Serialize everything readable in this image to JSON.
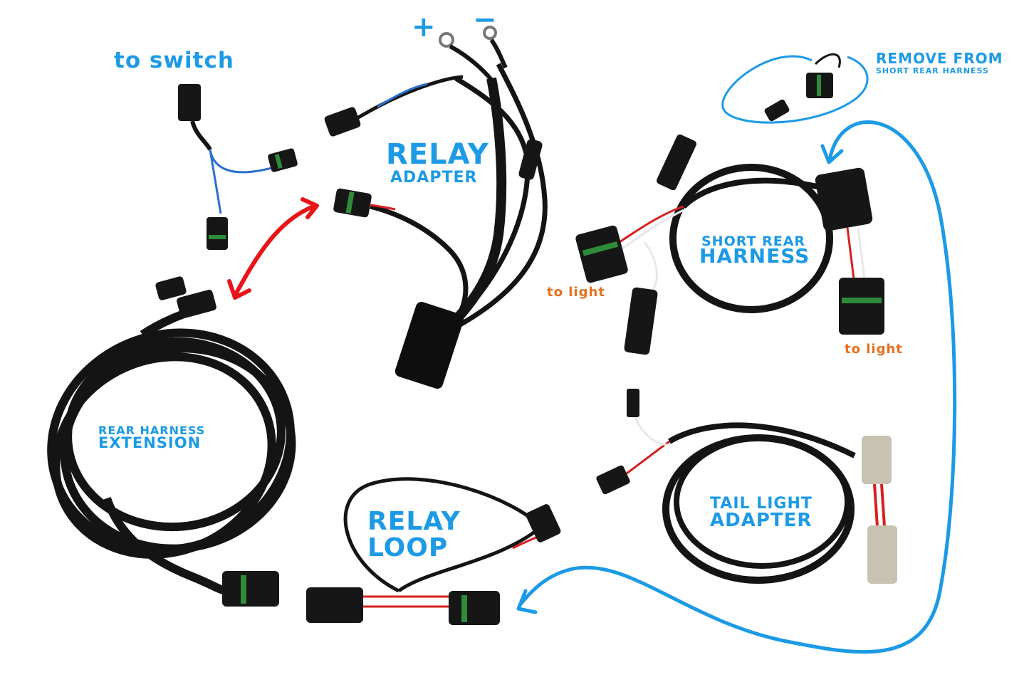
{
  "labels": {
    "to_switch": "to switch",
    "plus": "+",
    "minus": "−",
    "relay_adapter_line1": "RELAY",
    "relay_adapter_line2": "ADAPTER",
    "remove_line1": "REMOVE FROM",
    "remove_line2": "SHORT REAR HARNESS",
    "short_rear_line1": "SHORT REAR",
    "short_rear_line2": "HARNESS",
    "to_light_left": "to light",
    "to_light_right": "to light",
    "rear_ext_line1": "REAR HARNESS",
    "rear_ext_line2": "EXTENSION",
    "relay_loop_line1": "RELAY",
    "relay_loop_line2": "LOOP",
    "tail_line1": "TAIL LIGHT",
    "tail_line2": "ADAPTER"
  },
  "colors": {
    "label_blue": "#1c9ae6",
    "label_orange": "#ea6d1a",
    "arrow_red": "#e8141a",
    "cable_black": "#141414",
    "wire_red": "#d81e1e",
    "wire_blue": "#2a6fcf",
    "seal_green": "#2e8b3a",
    "connector_tan": "#c8c2b2"
  }
}
